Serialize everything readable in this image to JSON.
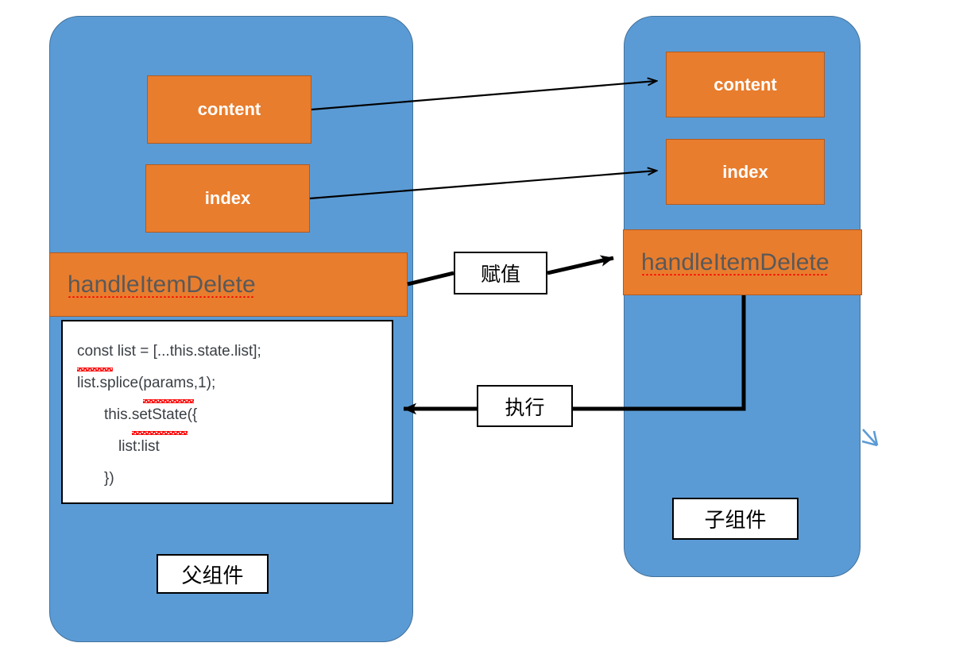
{
  "diagram": {
    "title": "React parent-child component data flow",
    "colors": {
      "panel_blue": "#5b9bd5",
      "panel_border_blue": "#41719c",
      "box_orange": "#e87d2e",
      "box_border_orange": "#ae5a21",
      "handler_text_gray": "#595959",
      "spellcheck_red": "#ff0000",
      "arrow_black": "#000000",
      "callout_white": "#ffffff"
    },
    "parent": {
      "tag_label": "父组件",
      "props": [
        {
          "label": "content"
        },
        {
          "label": "index"
        }
      ],
      "handler": {
        "label": "handleItemDelete"
      },
      "code_lines": [
        {
          "indent": 0,
          "pre": "",
          "squiggle": "const",
          "post": " list = [...this.state.list];"
        },
        {
          "indent": 0,
          "pre": "list.splice(",
          "squiggle": "params",
          "post": ",1);"
        },
        {
          "indent": 1,
          "pre": "this.",
          "squiggle": "setState",
          "post": "({"
        },
        {
          "indent": 2,
          "pre": "list:list",
          "squiggle": "",
          "post": ""
        },
        {
          "indent": 3,
          "pre": "})",
          "squiggle": "",
          "post": ""
        }
      ]
    },
    "child": {
      "tag_label": "子组件",
      "props": [
        {
          "label": "content"
        },
        {
          "label": "index"
        }
      ],
      "handler": {
        "label": "handleItemDelete"
      }
    },
    "connectors": [
      {
        "name": "content-prop-arrow",
        "label": "",
        "style": "thin"
      },
      {
        "name": "index-prop-arrow",
        "label": "",
        "style": "thin"
      },
      {
        "name": "assign-arrow",
        "label": "赋值",
        "style": "thick"
      },
      {
        "name": "execute-arrow",
        "label": "执行",
        "style": "thick"
      }
    ],
    "assign_label": "赋值",
    "execute_label": "执行",
    "resize_handle": {
      "name": "resize-arrow-icon"
    }
  }
}
